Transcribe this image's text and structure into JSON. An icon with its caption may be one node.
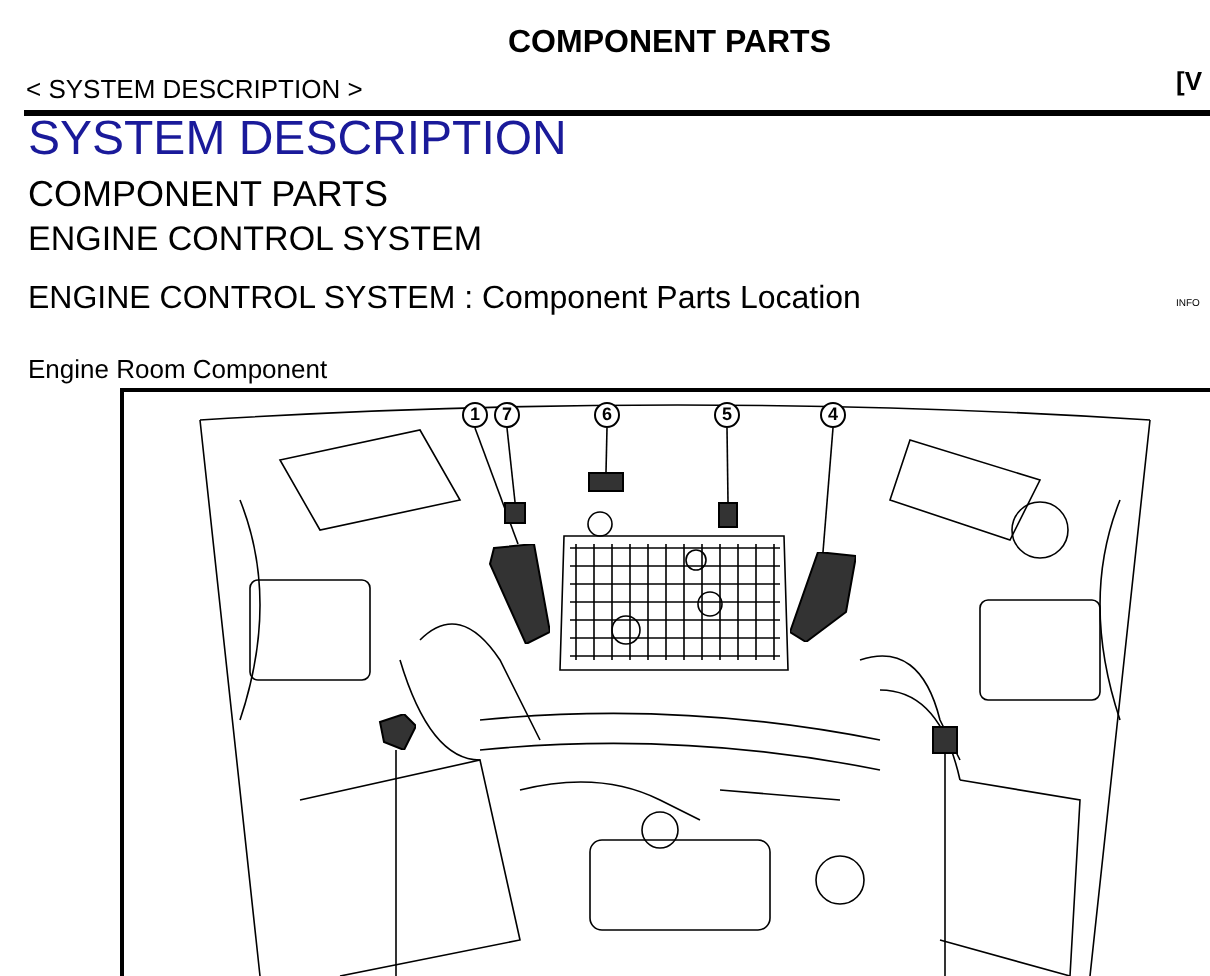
{
  "diagram": {
    "title": "COMPONENT PARTS",
    "nodes": [
      {
        "text": [
          "1"
        ]
      },
      {
        "text": [
          "7"
        ]
      },
      {
        "text": [
          "6"
        ]
      },
      {
        "text": [
          "5"
        ]
      },
      {
        "text": [
          "4"
        ]
      },
      {
        "text": [],
        "shape": "box"
      },
      {
        "text": [],
        "shape": "box"
      },
      {
        "text": [],
        "shape": "box"
      },
      {
        "text": [],
        "shape": "box"
      },
      {
        "text": [],
        "shape": "box"
      },
      {
        "text": [],
        "shape": "box"
      },
      {
        "text": [],
        "shape": "box"
      }
    ],
    "edges": [
      {
        "from": 0,
        "to": 5,
        "arrow": "none"
      },
      {
        "from": 1,
        "to": 6,
        "arrow": "none"
      },
      {
        "from": 2,
        "to": 7,
        "arrow": "none"
      },
      {
        "from": 3,
        "to": 8,
        "arrow": "none"
      },
      {
        "from": 4,
        "to": 9,
        "arrow": "none"
      },
      {
        "from": 10,
        "to": null,
        "arrow": "none"
      },
      {
        "from": 11,
        "to": null,
        "arrow": "none"
      }
    ],
    "labels": [
      "< SYSTEM DESCRIPTION >",
      "[V",
      "SYSTEM DESCRIPTION",
      "COMPONENT PARTS",
      "ENGINE CONTROL SYSTEM",
      "ENGINE CONTROL SYSTEM : Component Parts Location",
      "INFO",
      "Engine Room Component"
    ]
  }
}
